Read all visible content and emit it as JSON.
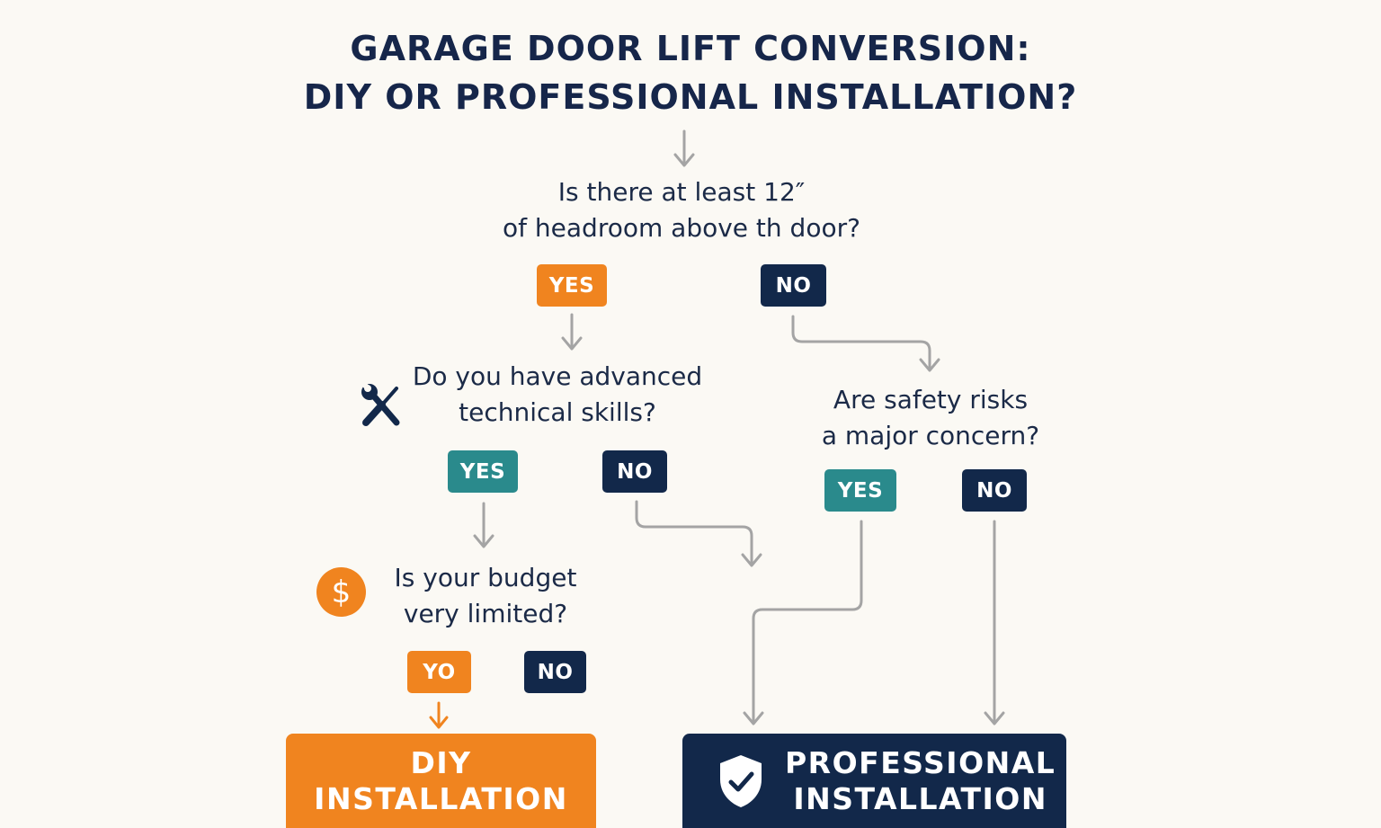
{
  "title": {
    "line1": "GARAGE DOOR LIFT CONVERSION:",
    "line2": "DIY OR PROFESSIONAL INSTALLATION?"
  },
  "q_headroom": {
    "line1": "Is there at least 12″",
    "line2": "of headroom above th door?",
    "yes": "YES",
    "no": "NO"
  },
  "q_skills": {
    "line1": "Do you have advanced",
    "line2": "technical skills?",
    "yes": "YES",
    "no": "NO",
    "icon": "tools-icon"
  },
  "q_safety": {
    "line1": "Are safety risks",
    "line2": "a major concern?",
    "yes": "YES",
    "no": "NO"
  },
  "q_budget": {
    "line1": "Is your budget",
    "line2": "very limited?",
    "yes": "YO",
    "no": "NO",
    "icon": "dollar-icon",
    "icon_glyph": "$"
  },
  "result_diy": {
    "line1": "DIY",
    "line2": "INSTALLATION"
  },
  "result_pro": {
    "line1": "PROFESSIONAL",
    "line2": "INSTALLATION",
    "icon": "shield-check-icon"
  },
  "colors": {
    "orange": "#f0841f",
    "teal": "#2a8a8c",
    "navy": "#12284a",
    "background": "#fbf9f4",
    "connector": "#a4a4a4"
  }
}
